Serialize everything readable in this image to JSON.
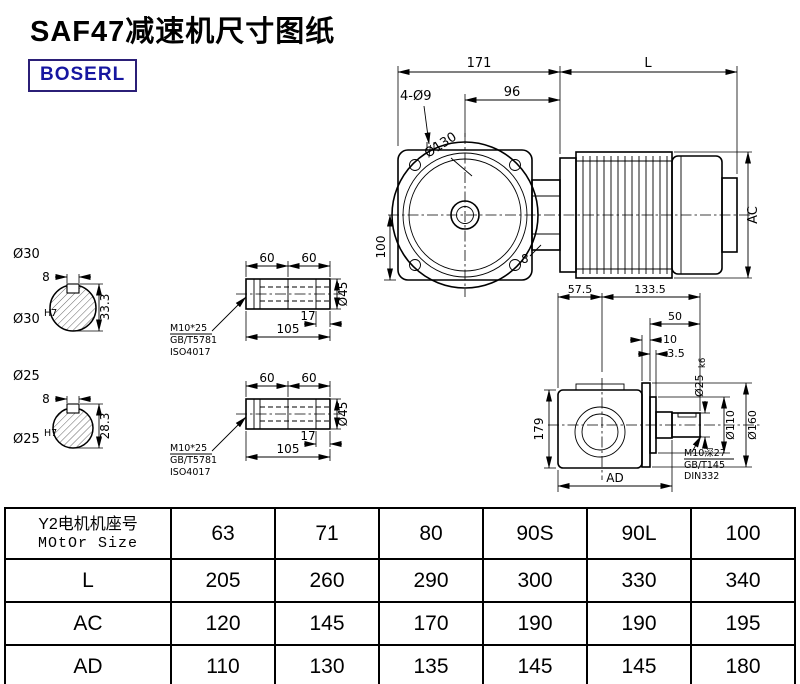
{
  "page": {
    "title": "SAF47减速机尺寸图纸",
    "brand": "BOSERL"
  },
  "front_view": {
    "dim_body": "171",
    "dim_motor_len": "L",
    "dim_96": "96",
    "holes": "4-Ø9",
    "flange_dia": "Ø130",
    "dim_height": "100",
    "dim_ac": "AC",
    "dim_key": "8"
  },
  "section_30": {
    "dia": "Ø30",
    "key_w": "8",
    "key_h": "33.3",
    "fit_dia": "Ø30",
    "fit_tol": "H7"
  },
  "section_25": {
    "dia": "Ø25",
    "key_w": "8",
    "key_h": "28.3",
    "fit_dia": "Ø25",
    "fit_tol": "H7"
  },
  "shaft_a": {
    "d60_1": "60",
    "d60_2": "60",
    "d17": "17",
    "d105": "105",
    "dia": "Ø45",
    "bolt": "M10*25",
    "std1": "GB/T5781",
    "std2": "ISO4017"
  },
  "shaft_b": {
    "d60_1": "60",
    "d60_2": "60",
    "d17": "17",
    "d105": "105",
    "dia": "Ø45",
    "bolt": "M10*25",
    "std1": "GB/T5781",
    "std2": "ISO4017"
  },
  "side_view": {
    "d57": "57.5",
    "d133": "133.5",
    "d50": "50",
    "d10": "10",
    "d35": "3.5",
    "shaft_dia": "Ø25",
    "shaft_tol": "k6",
    "flange_d1": "Ø110",
    "flange_d2": "Ø160",
    "d179": "179",
    "dim_ad": "AD",
    "tap": "M10深27",
    "std1": "GB/T145",
    "std2": "DIN332"
  },
  "table": {
    "header": {
      "label_cn": "Y2电机机座号",
      "label_en": "MOtOr Size",
      "sizes": [
        "63",
        "71",
        "80",
        "90S",
        "90L",
        "100"
      ]
    },
    "rows": [
      {
        "label": "L",
        "values": [
          "205",
          "260",
          "290",
          "300",
          "330",
          "340"
        ]
      },
      {
        "label": "AC",
        "values": [
          "120",
          "145",
          "170",
          "190",
          "190",
          "195"
        ]
      },
      {
        "label": "AD",
        "values": [
          "110",
          "130",
          "135",
          "145",
          "145",
          "180"
        ]
      }
    ]
  }
}
